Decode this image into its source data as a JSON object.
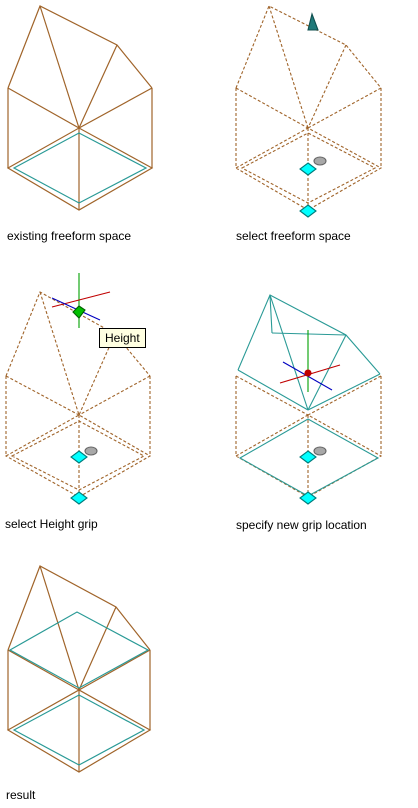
{
  "colors": {
    "edge": "#a0642a",
    "cyan_edge": "#2a9a96",
    "grip_fill": "#00ffff",
    "grip_stroke": "#007a7a",
    "handle_fill": "#a8a8a8",
    "axis_red": "#c00000",
    "axis_blue": "#0000c0",
    "axis_green": "#00a000",
    "selection": "#1f7a7a",
    "tooltip_bg": "#ffffe1"
  },
  "panels": [
    {
      "caption": "existing freeform space"
    },
    {
      "caption": "select freeform space"
    },
    {
      "caption": "select Height grip"
    },
    {
      "caption": "specify new grip location"
    },
    {
      "caption": "result"
    }
  ],
  "tooltip": {
    "label": "Height"
  },
  "icons": [
    "height-grip-icon",
    "cursor-crosshair-icon",
    "location-grip-icon",
    "edge-handle-icon",
    "view-direction-icon"
  ]
}
